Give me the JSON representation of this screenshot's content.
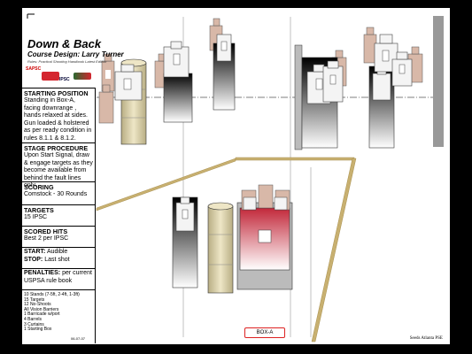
{
  "header": {
    "title": "Down & Back",
    "designer": "Course Design: Larry Turner",
    "rule_ref": "Rules: Practical Shooting Handbook Latest Edition",
    "logos": [
      "SAPSC",
      "IPSC",
      "SAPSC"
    ]
  },
  "panel": {
    "starting_position": {
      "heading": "STARTING POSITION",
      "text": "Standing in Box-A, facing downrange , hands relaxed at sides. Gun loaded & holstered as per ready condition in rules 8.1.1 & 8.1.2."
    },
    "stage_procedure": {
      "heading": "STAGE PROCEDURE",
      "text": "Upon Start Signal, draw & engage targets as they become available from behind the fault lines only."
    },
    "scoring": {
      "heading": "SCORING",
      "text": "Comstock - 30 Rounds"
    },
    "targets": {
      "heading": "TARGETS",
      "text": "15 IPSC"
    },
    "scored_hits": {
      "heading": "SCORED HITS",
      "text": "Best 2 per IPSC"
    },
    "start_stop": {
      "start_label": "START:",
      "start_text": "Audible",
      "stop_label": "STOP:",
      "stop_text": "Last shot"
    },
    "penalties": {
      "heading": "PENALTIES:",
      "text": "per current USPSA rule book"
    },
    "equipment": [
      "10 Stands (7-5ft, 2-4ft, 1-3ft)",
      "15 Targets",
      "12 No-Shoots",
      "All Vision Barriers",
      "1 Barricade w/port",
      "4 Barrels",
      "3 Curtains",
      "1 Starting Box"
    ],
    "date": "06-07-07"
  },
  "box_label": "BOX-A",
  "credit": "Seeds Atlanta PSE",
  "colors": {
    "no_shoot": "#d8b8a8",
    "target": "#f4f4f4",
    "barrel": "#d8cfa8",
    "port": "#c2283a",
    "wall": "#999999",
    "fault_line": "#c8b070"
  }
}
